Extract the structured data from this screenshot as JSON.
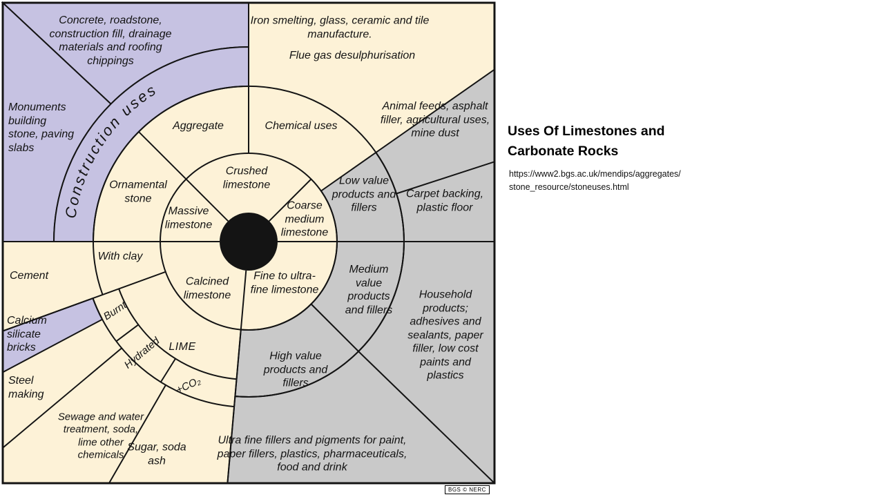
{
  "page": {
    "title": "Uses Of Limestones and Carbonate Rocks",
    "source_url": "https://www2.bgs.ac.uk/mendips/aggregates/stone_resource/stoneuses.html",
    "credit": "BGS © NERC"
  },
  "colors": {
    "cream": "#fdf2d7",
    "purple": "#c6c2e2",
    "gray": "#c9c9c9",
    "ink": "#141414"
  },
  "diagram": {
    "labels": {
      "construction_uses": "Construction uses",
      "concrete": "Concrete, roadstone, construction fill, drainage materials and roofing chippings",
      "monuments": "Monuments building stone, paving slabs",
      "iron_smelting": "Iron smelting, glass, ceramic and tile manufacture.",
      "flue_gas": "Flue gas desulphurisation",
      "animal_feeds": "Animal feeds, asphalt filler, agricultural uses, mine dust",
      "carpet": "Carpet backing, plastic floor",
      "household": "Household products; adhesives and sealants, paper filler, low cost paints and plastics",
      "ultra_fine": "Ultra fine fillers and pigments for paint, paper fillers, plastics, pharmaceuticals, food and drink",
      "cement": "Cement",
      "calcium_silicate": "Calcium silicate bricks",
      "steel_making": "Steel making",
      "sewage": "Sewage and water treatment, soda, lime other chemicals",
      "sugar": "Sugar, soda ash",
      "aggregate": "Aggregate",
      "chemical_uses": "Chemical uses",
      "ornamental_stone": "Ornamental stone",
      "with_clay": "With clay",
      "low_value": "Low value products and fillers",
      "medium_value": "Medium value products and fillers",
      "high_value": "High value products and fillers",
      "lime": "LIME",
      "burnt": "Burnt",
      "hydrated": "Hydrated",
      "co2": "+CO₂",
      "crushed": "Crushed limestone",
      "massive": "Massive limestone",
      "coarse": "Coarse medium limestone",
      "fine": "Fine to ultra-fine limestone",
      "calcined": "Calcined limestone"
    }
  }
}
